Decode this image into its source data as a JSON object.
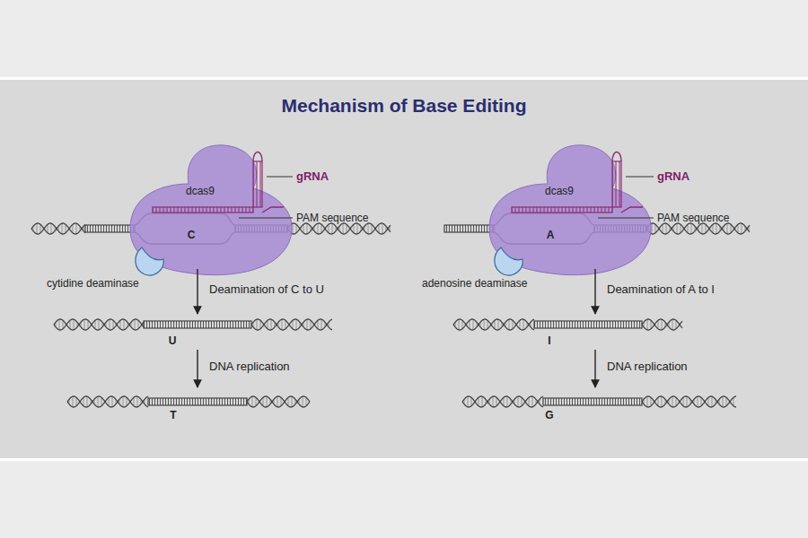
{
  "diagram": {
    "title": "Mechanism of Base Editing",
    "nodes": [
      {
        "text": [
          "C"
        ]
      },
      {
        "text": [
          "U"
        ]
      },
      {
        "text": [
          "T"
        ]
      },
      {
        "text": [
          "A"
        ]
      },
      {
        "text": [
          "I"
        ]
      },
      {
        "text": [
          "G"
        ]
      }
    ],
    "edges": [
      {
        "from": 0,
        "to": 1,
        "label": "Deamination of C to U",
        "arrow": "to"
      },
      {
        "from": 1,
        "to": 2,
        "label": "DNA replication",
        "arrow": "to"
      },
      {
        "from": 3,
        "to": 4,
        "label": "Deamination of A to I",
        "arrow": "to"
      },
      {
        "from": 4,
        "to": 5,
        "label": "DNA replication",
        "arrow": "to"
      }
    ],
    "labels": [
      "gRNA",
      "dcas9",
      "PAM sequence",
      "cytidine deaminase",
      "gRNA",
      "dcas9",
      "PAM sequence",
      "adenosine deaminase"
    ]
  }
}
